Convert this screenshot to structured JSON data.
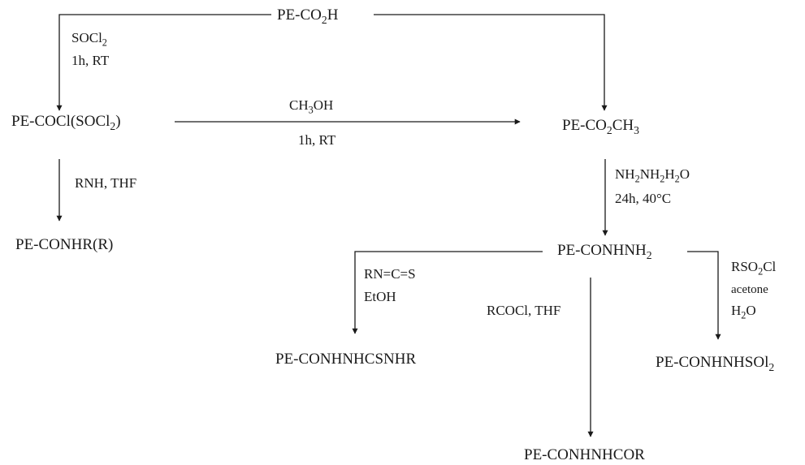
{
  "compounds": {
    "acid": [
      "PE-CO",
      "2",
      "H"
    ],
    "acid_chloride": [
      "PE-COCl(SOCl",
      "2",
      ")"
    ],
    "methyl_ester": [
      "PE-CO",
      "2",
      "CH",
      "3"
    ],
    "amide": "PE-CONHR(R)",
    "hydrazide": [
      "PE-CONHNH",
      "2"
    ],
    "thiosemicarbazide": "PE-CONHNHCSNHR",
    "sulfonyl_hydrazide": [
      "PE-CONHNHSOl",
      "2"
    ],
    "acyl_hydrazide": "PE-CONHNHCOR"
  },
  "conditions": {
    "chlorination_reagent": [
      "SOCl",
      "2"
    ],
    "chlorination_time": "1h, RT",
    "esterification_reagent": [
      "CH",
      "3",
      "OH"
    ],
    "esterification_time": "1h, RT",
    "amidation": "RNH, THF",
    "hydrazinolysis_reagent": [
      "NH",
      "2",
      "NH",
      "2",
      "H",
      "2",
      "O"
    ],
    "hydrazinolysis_time": "24h, 40°C",
    "isothiocyanate_reagent": "RN=C=S",
    "isothiocyanate_solvent": "EtOH",
    "acylation": "RCOCl, THF",
    "sulfonylation_reagent": [
      "RSO",
      "2",
      "Cl"
    ],
    "sulfonylation_solvent": "acetone",
    "sulfonylation_water": [
      "H",
      "2",
      "O"
    ]
  },
  "colors": {
    "ink": "#1a1a1a",
    "background": "#ffffff"
  }
}
